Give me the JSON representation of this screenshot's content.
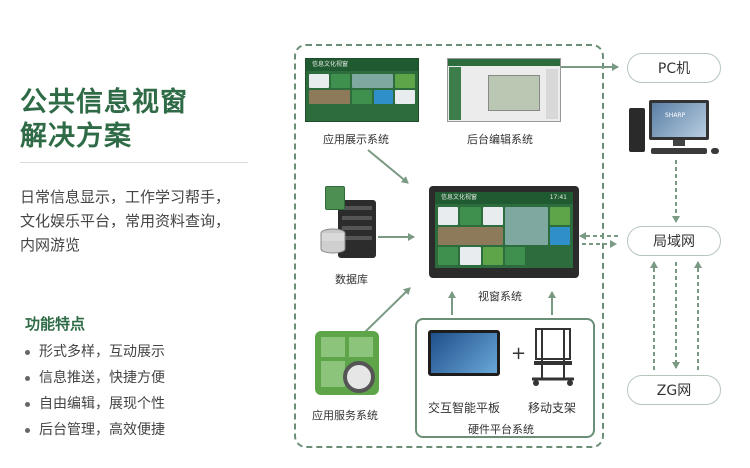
{
  "title_lines": [
    "公共信息视窗",
    "解决方案"
  ],
  "description_lines": [
    "日常信息显示，工作学习帮手，",
    "文化娱乐平台，常用资料查询，",
    "内网游览"
  ],
  "features": {
    "title": "功能特点",
    "items": [
      "形式多样，互动展示",
      "信息推送，快捷方便",
      "自由编辑，展现个性",
      "后台管理，高效便捷"
    ]
  },
  "diagram": {
    "display_system": "应用展示系统",
    "backend_system": "后台编辑系统",
    "database": "数据库",
    "window_system": "视窗系统",
    "app_service": "应用服务系统",
    "hardware_platform": "硬件平台系统",
    "panel": "交互智能平板",
    "stand": "移动支架",
    "plus": "+",
    "pc": "PC机",
    "lan": "局域网",
    "zg": "ZG网",
    "screen_header": "信息文化视窗",
    "screen_time": "17:41",
    "monitor_brand": "SHARP"
  },
  "colors": {
    "accent": "#2f6b46",
    "arrow": "#7a9a84",
    "tile_green": "#3f8f4f",
    "tile_light": "#e9ecef"
  }
}
